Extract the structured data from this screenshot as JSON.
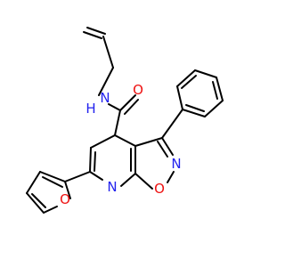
{
  "molecule": {
    "atoms": {
      "amide_o": {
        "label": "O",
        "color": "#ee1111"
      },
      "amide_nh": {
        "label": "N",
        "color": "#2222ee"
      },
      "amide_h": {
        "label": "H",
        "color": "#2222ee"
      },
      "furan_o": {
        "label": "O",
        "color": "#ee1111"
      },
      "pyridine_n": {
        "label": "N",
        "color": "#2222ee"
      },
      "isoxazole_o": {
        "label": "O",
        "color": "#ee1111"
      },
      "isoxazole_n": {
        "label": "N",
        "color": "#2222ee"
      }
    }
  }
}
